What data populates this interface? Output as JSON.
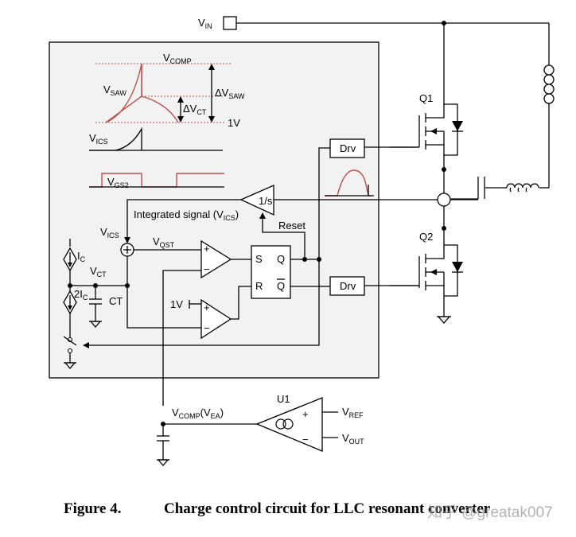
{
  "labels": {
    "vin": {
      "main": "V",
      "sub": "IN"
    },
    "q1": "Q1",
    "q2": "Q2",
    "drv_top": "Drv",
    "drv_bottom": "Drv",
    "integrator": "1/s",
    "integrated_signal": {
      "main": "Integrated signal (V",
      "sub": "ICS",
      "end": ")"
    },
    "reset": "Reset",
    "vics": {
      "main": "V",
      "sub": "ICS"
    },
    "vqst": {
      "main": "V",
      "sub": "QST"
    },
    "ic": {
      "main": "I",
      "sub": "C"
    },
    "vct": {
      "main": "V",
      "sub": "CT"
    },
    "two_ic": {
      "main": "2I",
      "sub": "C"
    },
    "ct": "CT",
    "one_v_ref": "1V",
    "latch_s": "S",
    "latch_r": "R",
    "latch_q": "Q",
    "latch_qbar": "Q",
    "vcomp_vea": {
      "main": "V",
      "sub": "COMP",
      "end": "(V",
      "sub2": "EA",
      "end2": ")"
    },
    "u1": "U1",
    "vref": {
      "main": "V",
      "sub": "REF"
    },
    "vout": {
      "main": "V",
      "sub": "OUT"
    },
    "plus": "+",
    "minus": "−"
  },
  "waveforms": {
    "vcomp": {
      "main": "V",
      "sub": "COMP"
    },
    "vsaw": {
      "main": "V",
      "sub": "SAW"
    },
    "delta_vsaw": {
      "main": "ΔV",
      "sub": "SAW"
    },
    "delta_vct": {
      "main": "ΔV",
      "sub": "CT"
    },
    "one_v": "1V",
    "vics": {
      "main": "V",
      "sub": "ICS"
    },
    "vgs2": {
      "main": "V",
      "sub": "GS2"
    }
  },
  "caption": {
    "figure": "Figure 4.",
    "text": "Charge control circuit for LLC resonant converter"
  },
  "watermark": "知乎 @greatak007",
  "colors": {
    "waveform_red": "#c0504d",
    "panel_fill": "#f2f2f2",
    "wire": "#000000"
  }
}
